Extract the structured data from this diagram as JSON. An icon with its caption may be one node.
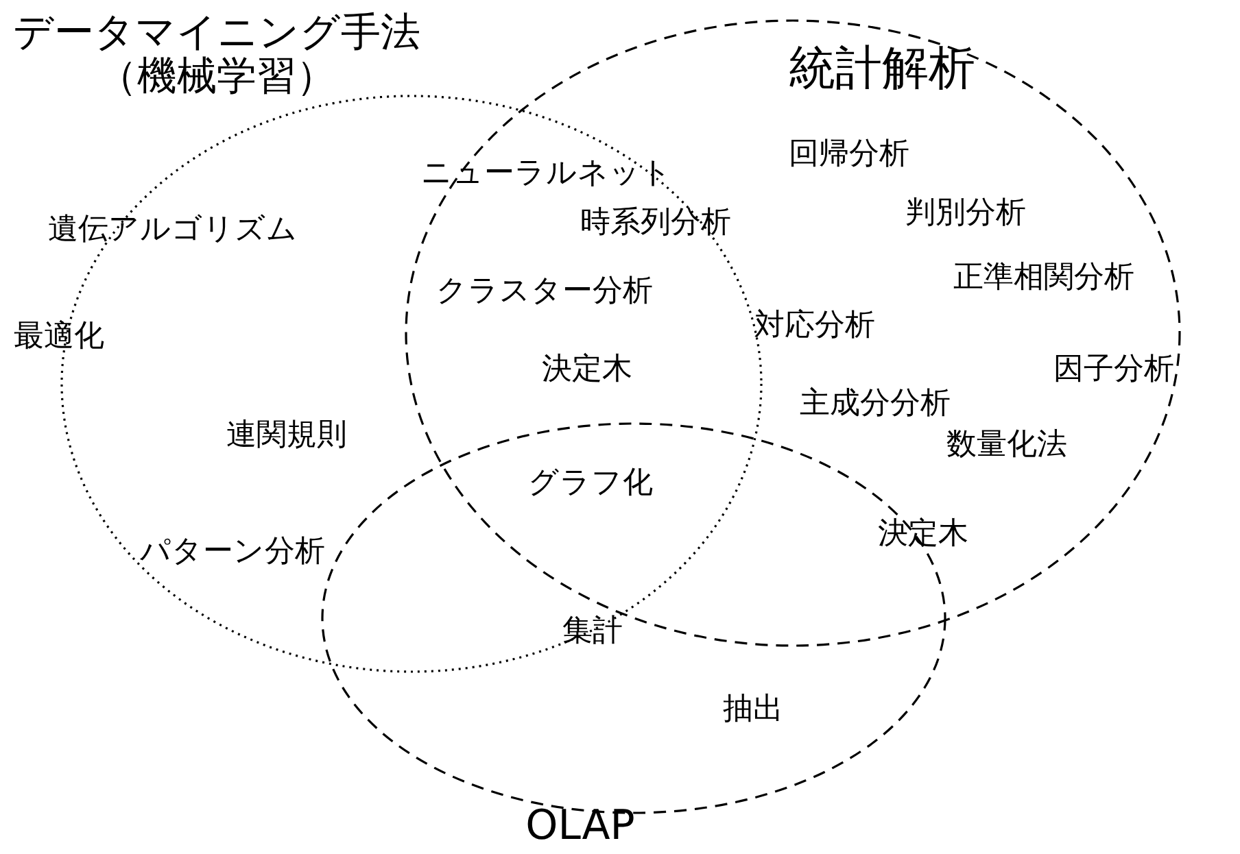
{
  "diagram": {
    "nodes": [
      {
        "text": [
          "データマイニング手法（機械学習）"
        ]
      },
      {
        "text": [
          "統計解析"
        ]
      },
      {
        "text": [
          "OLAP"
        ]
      }
    ],
    "labels": [
      "回帰分析",
      "ニューラルネット",
      "判別分析",
      "時系列分析",
      "遺伝アルゴリズム",
      "正準相関分析",
      "クラスター分析",
      "対応分析",
      "最適化",
      "決定木",
      "因子分析",
      "主成分分析",
      "連関規則",
      "数量化法",
      "グラフ化",
      "決定木",
      "パターン分析",
      "集計",
      "抽出"
    ]
  }
}
